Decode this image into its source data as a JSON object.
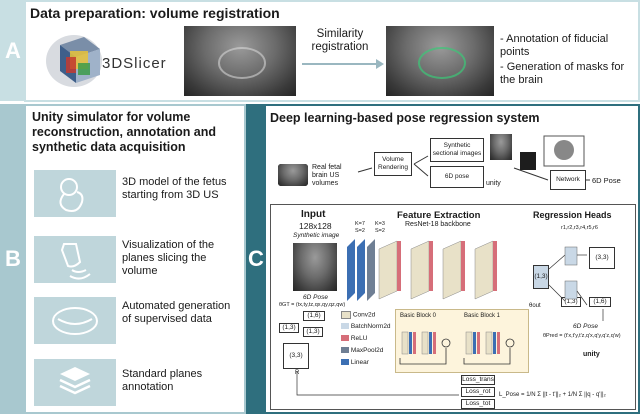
{
  "colors": {
    "panel_a": "#c8dfe3",
    "panel_b": "#a8c8cf",
    "panel_c": "#2f6f7e",
    "icon_bg": "#bfd6db",
    "cyan_mark": "#19b5c2"
  },
  "panel_a": {
    "letter": "A",
    "title": "Data preparation: volume registration",
    "slicer_logo": "3DSlicer",
    "arrow_label": "Similarity registration",
    "bullets": [
      "- Annotation of fiducial points",
      "- Generation of masks for the brain"
    ]
  },
  "panel_b": {
    "letter": "B",
    "title": "Unity simulator for volume reconstruction, annotation and synthetic data acquisition",
    "items": [
      {
        "icon": "fetus-icon",
        "text": "3D model of the fetus starting from 3D US"
      },
      {
        "icon": "ultrasound-probe-icon",
        "text": "Visualization of the planes slicing the volume"
      },
      {
        "icon": "brain-mask-icon",
        "text": "Automated generation of supervised data"
      },
      {
        "icon": "layers-icon",
        "text": "Standard planes annotation"
      }
    ]
  },
  "panel_c": {
    "letter": "C",
    "title": "Deep learning-based pose regression system",
    "flow": {
      "input_label": "Real fetal brain US volumes",
      "render_label": "Volume Rendering",
      "synthetic_label": "Synthetic sectional images",
      "pose_label": "6D pose",
      "unity_label": "unity",
      "network_label": "Network",
      "pose_out_label": "6D Pose"
    },
    "network": {
      "input_title": "Input",
      "input_size": "128x128",
      "input_sub": "Synthetic image",
      "input_pose_label": "6D Pose",
      "input_theta": "θGT = (tx,ty,tz,qx,qy,qz,qw)",
      "fe_title": "Feature Extraction",
      "fe_sub": "ResNet-18 backbone",
      "kernel_labels": [
        "K=7",
        "S=2",
        "K=3",
        "S=2"
      ],
      "rh_title": "Regression Heads",
      "rh_top_label": "r1,r2,r3,r4,r5,r6",
      "dims": [
        "(1,3)",
        "(1,6)",
        "(1,3)",
        "(3,3)",
        "(1,3)",
        "(3,3)",
        "(1,3)",
        "(1,6)"
      ],
      "theta_out": "θout",
      "pose_out": "6D Pose",
      "theta_pred": "θPred = (t'x,t'y,t'z,q'x,q'y,q'z,q'w)",
      "legend": [
        "Conv2d",
        "BatchNorm2d",
        "ReLU",
        "MaxPool2d",
        "Linear"
      ],
      "legend_colors": [
        "#e8e1c8",
        "#c9d8e6",
        "#d66e79",
        "#6f7f94",
        "#3c6fb3"
      ],
      "basic_block_0": "Basic Block 0",
      "basic_block_1": "Basic Block 1",
      "losses": [
        "Loss_trans",
        "Loss_rot",
        "Loss_tot"
      ],
      "loss_formula": "L_Pose = 1/N Σ ||t - t'||₂ + 1/N Σ ||q - q'||₂",
      "unity_label": "unity",
      "r_label": "R"
    }
  }
}
